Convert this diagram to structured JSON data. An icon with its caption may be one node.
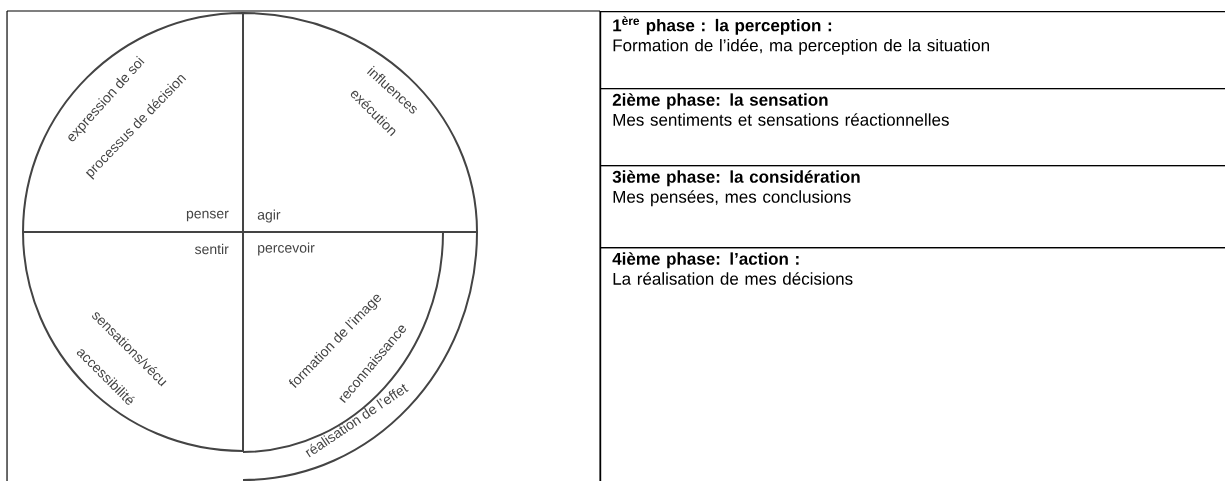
{
  "diagram": {
    "nodes": [
      {
        "text": [
          "1$^{ère}$ phase : la perception :",
          "Formation de l’idée, ma perception de la situation"
        ]
      },
      {
        "text": [
          "2ième phase:  la sensation",
          "Mes sentiments et sensations réactionnelles"
        ]
      },
      {
        "text": [
          "3ième phase: la considération",
          "Mes pensées, mes conclusions"
        ]
      },
      {
        "text": [
          "4ième phase: l’action :",
          "La réalisation de mes décisions"
        ]
      }
    ],
    "labels": [
      "expression de soi",
      "processus de décision",
      "influences",
      "exécution",
      "penser",
      "agir",
      "sentir",
      "percevoir",
      "sensations/vécu",
      "accessibilité",
      "formation de l’image",
      "reconnaissance",
      "réalisation de l’effet"
    ]
  }
}
